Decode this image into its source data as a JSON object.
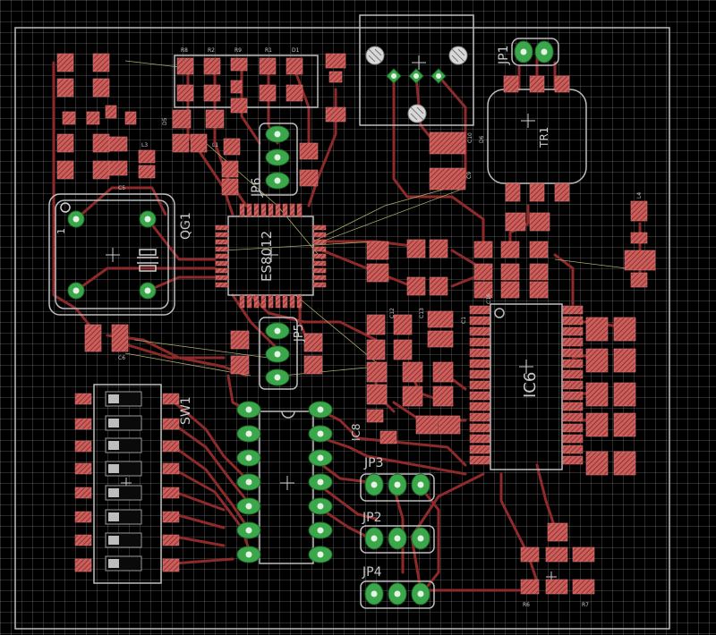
{
  "colors": {
    "background": "#000000",
    "grid": "#2a2a2a",
    "outline": "#c8c8c8",
    "trace": "#8e2a2a",
    "pad": "#c8605e",
    "pad_hatch": "#a0302e",
    "via": "#3aa84a",
    "airwire": "#b8b86a"
  },
  "labels": {
    "u1": "ES8012",
    "u2": "IC6",
    "sw1": "SW1",
    "qg1": "QG1",
    "tr1": "TR1",
    "jp1": "JP1",
    "jp2": "JP2",
    "jp3": "JP3",
    "jp4": "JP4",
    "jp5": "JP5",
    "jp6": "JP6",
    "ic8": "IC8",
    "pin1": "1",
    "r_top": [
      "R8",
      "R2",
      "R9",
      "R1",
      "D1"
    ],
    "c_labels": [
      "C5",
      "C6",
      "C9",
      "C10",
      "C12",
      "C13",
      "C16",
      "C1"
    ],
    "r_small": [
      "R6",
      "R7",
      "L3",
      "L1",
      "L4",
      "D6",
      "D5"
    ]
  }
}
